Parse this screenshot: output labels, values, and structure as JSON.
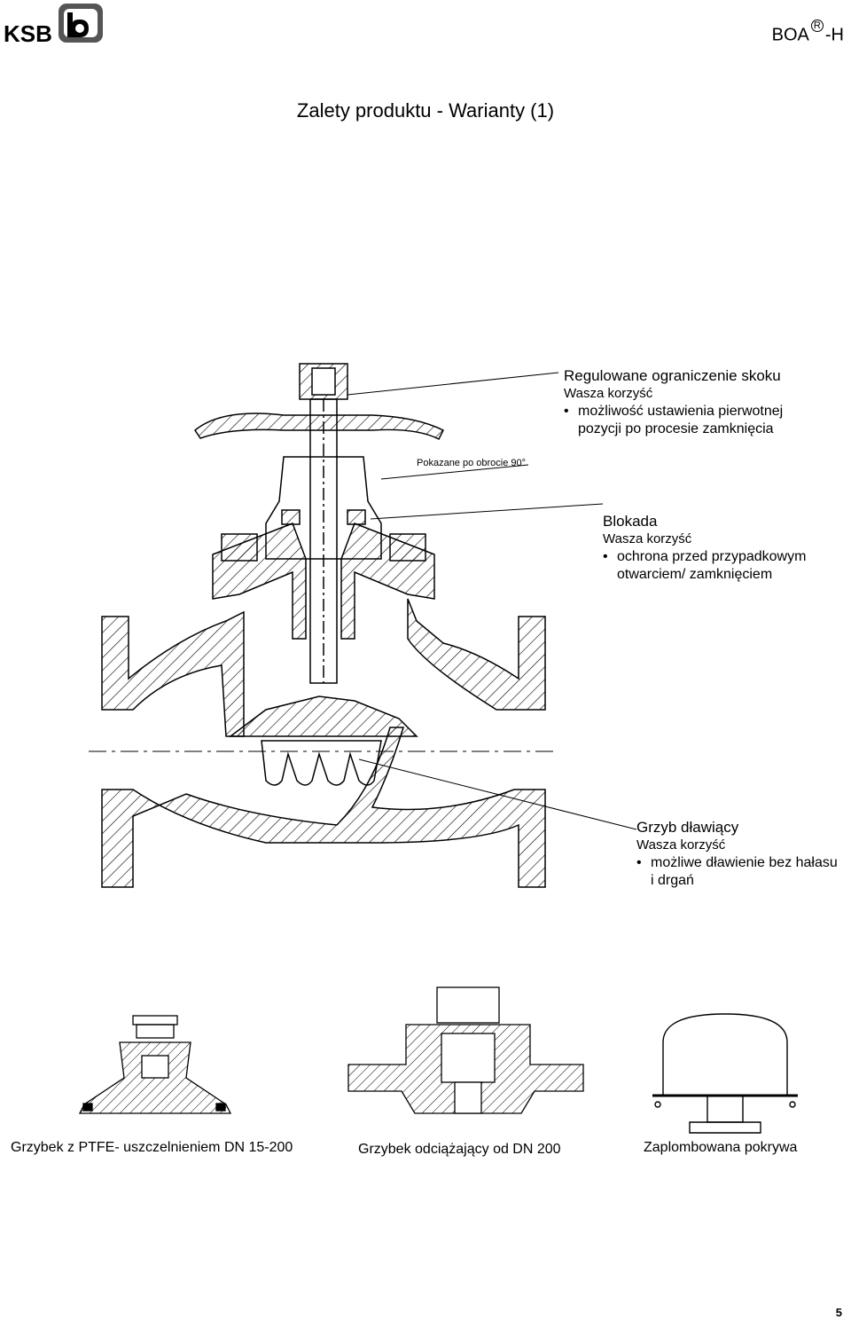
{
  "header": {
    "logo_text": "KSB",
    "model_prefix": "BOA",
    "model_mark": "R",
    "model_suffix": "-H"
  },
  "title": "Zalety produktu - Warianty (1)",
  "callouts": [
    {
      "heading": "Regulowane ograniczenie skoku",
      "benefit_label": "Wasza korzyść",
      "bullet": "możliwość ustawienia pierwotnej pozycji po procesie zamknięcia"
    },
    {
      "heading": "Blokada",
      "benefit_label": "Wasza korzyść",
      "bullet": "ochrona przed przypadkowym otwarciem/ zamknięciem"
    },
    {
      "heading": "Grzyb dławiący",
      "benefit_label": "Wasza korzyść",
      "bullet": "możliwe dławienie bez hałasu i drgań"
    }
  ],
  "note": "Pokazane po obrocie 90°",
  "captions": {
    "left": "Grzybek z PTFE- uszczelnieniem DN 15-200",
    "middle": "Grzybek odciążający od DN 200",
    "right": "Zaplombowana pokrywa"
  },
  "page_number": "5"
}
